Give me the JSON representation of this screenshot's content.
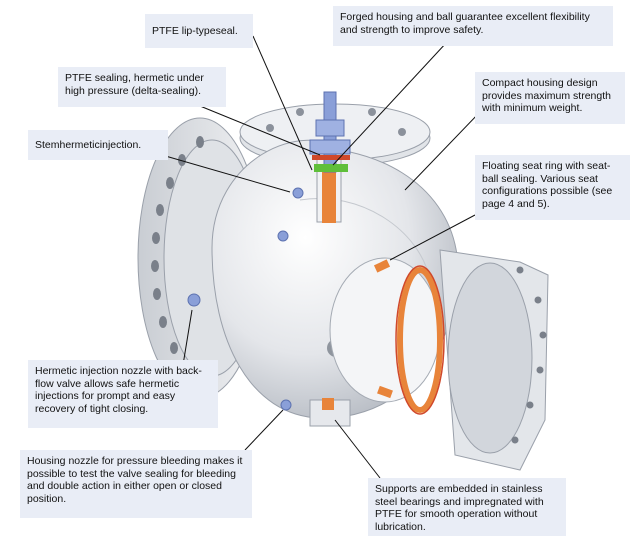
{
  "callouts": {
    "ptfe_lip_seal": "PTFE lip-typeseal.",
    "ptfe_sealing": "PTFE sealing, hermetic under high pressure (delta-sealing).",
    "stem_injection": "Stemhermeticinjection.",
    "forged_housing": "Forged housing and ball guarantee excellent flexibility and strength to improve safety.",
    "compact_housing": "Compact housing design provides maximum strength with minimum weight.",
    "floating_seat": "Floating seat ring with seat-ball sealing. Various seat configurations possible (see page 4 and 5).",
    "injection_nozzle": "Hermetic injection nozzle with back-flow valve allows safe hermetic injections for prompt and easy recovery of tight closing.",
    "housing_nozzle": "Housing nozzle for pressure bleeding makes it possible to test the valve sealing for bleeding and double action in either open or closed position.",
    "supports": "Supports are embedded in stainless steel bearings and  impregnated with PTFE for smooth operation without lubrication."
  },
  "colors": {
    "callout_bg": "#e9edf6",
    "body_fill": "#eceef2",
    "body_stroke": "#9aa0aa",
    "stem": "#8a9fd8",
    "seal_green": "#5fbf3a",
    "seat_orange": "#e8843a",
    "seat_red": "#d0482a"
  }
}
